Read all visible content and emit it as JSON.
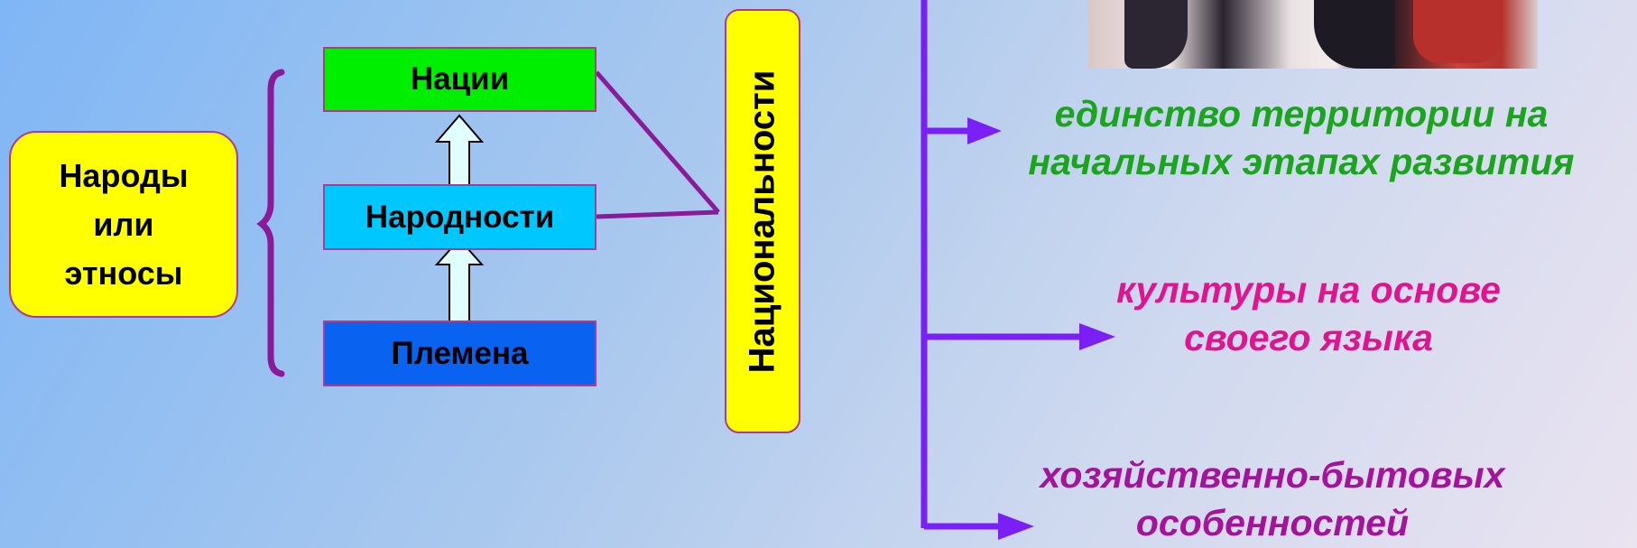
{
  "left": {
    "peoples_label": "Народы\nили\nэтносы"
  },
  "hierarchy": {
    "nations": "Нации",
    "nationalities_people": "Народности",
    "tribes": "Племена"
  },
  "vertical_label": "Национальности",
  "features": {
    "territory": "единство территории на\nначальных этапах развития",
    "culture": "культуры на основе\nсвоего языка",
    "economy": "хозяйственно-бытовых\nособенностей"
  },
  "colors": {
    "yellow": "#ffff00",
    "green_box": "#00ee00",
    "cyan_box": "#00c8ff",
    "blue_box": "#0a62f0",
    "line_purple": "#8b1a9b",
    "arrow_violet": "#7a1ff5",
    "text_green": "#1ba51e",
    "text_pink": "#e0148f",
    "text_purple": "#a5129c"
  }
}
